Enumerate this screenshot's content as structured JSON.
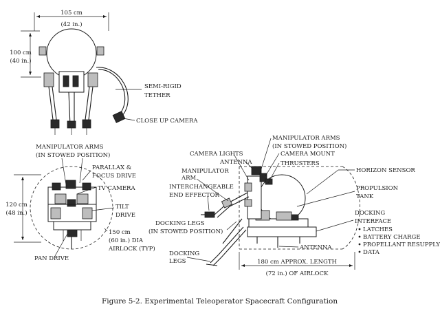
{
  "figure": {
    "caption": "Figure 5-2.  Experimental Teleoperator Spacecraft Configuration"
  },
  "top_view": {
    "width_cm": "105 cm",
    "width_in": "(42 in.)",
    "height_cm": "100 cm",
    "height_in": "(40 in.)",
    "tether_1": "SEMI-RIGID",
    "tether_2": "TETHER",
    "closeup_camera": "CLOSE UP CAMERA"
  },
  "front_view": {
    "manip_arms_1": "MANIPULATOR ARMS",
    "manip_arms_2": "(IN STOWED POSITION)",
    "parallax_1": "PARALLAX &",
    "parallax_2": "FOCUS DRIVE",
    "tv_camera": "TV CAMERA",
    "height_cm": "120 cm",
    "height_in": "(48 in.)",
    "tilt_1": "TILT",
    "tilt_2": "DRIVE",
    "dia_1": "150 cm",
    "dia_2": "(60 in.) DIA",
    "dia_3": "AIRLOCK (TYP)",
    "pan_drive": "PAN DRIVE"
  },
  "side_view": {
    "manip_arms_1": "MANIPULATOR ARMS",
    "manip_arms_2": "(IN STOWED POSITION)",
    "camera_lights": "CAMERA LIGHTS",
    "camera_mount": "CAMERA MOUNT",
    "antenna_top": "ANTENNA",
    "thrusters": "THRUSTERS",
    "manip_arm_1": "MANIPULATOR",
    "manip_arm_2": "ARM",
    "end_eff_1": "INTERCHANGEABLE",
    "end_eff_2": "END EFFECTOR",
    "horizon_sensor": "HORIZON SENSOR",
    "propulsion_1": "PROPULSION",
    "propulsion_2": "TANK",
    "docking_legs_stowed_1": "DOCKING LEGS",
    "docking_legs_stowed_2": "(IN STOWED POSITION)",
    "docking_1": "DOCKING",
    "docking_2": "INTERFACE",
    "bullets": [
      "LATCHES",
      "BATTERY CHARGE",
      "PROPELLANT RESUPPLY",
      "DATA"
    ],
    "antenna_bottom": "ANTENNA",
    "docking_legs_1": "DOCKING",
    "docking_legs_2": "LEGS",
    "length_1": "180 cm APPROX. LENGTH",
    "length_2": "(72 in.) OF AIRLOCK"
  }
}
